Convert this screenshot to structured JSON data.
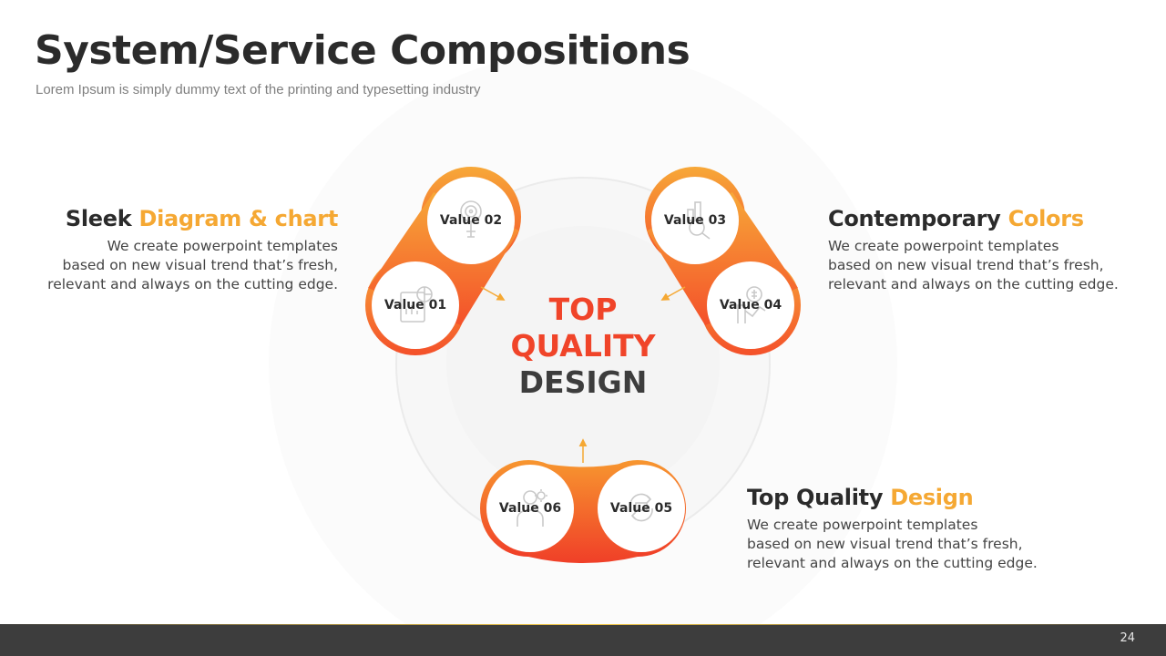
{
  "slide": {
    "title": "System/Service Compositions",
    "subtitle": "Lorem Ipsum is simply dummy  text of the printing and typesetting industry",
    "page_number": "24"
  },
  "center": {
    "line1": "TOP",
    "line2": "QUALITY",
    "line3": "DESIGN"
  },
  "nodes": [
    {
      "label": "Value 01",
      "icon": "clipboard-chart-icon"
    },
    {
      "label": "Value 02",
      "icon": "target-dart-icon"
    },
    {
      "label": "Value 03",
      "icon": "magnifier-chart-icon"
    },
    {
      "label": "Value 04",
      "icon": "money-chart-icon"
    },
    {
      "label": "Value 05",
      "icon": "refresh-cycle-icon"
    },
    {
      "label": "Value 06",
      "icon": "person-gear-icon"
    }
  ],
  "blocks": [
    {
      "heading_plain": "Sleek ",
      "heading_accent": "Diagram & chart",
      "lines": [
        "We create powerpoint templates",
        "based on new visual trend that’s fresh,",
        "relevant and always on the cutting edge."
      ]
    },
    {
      "heading_plain": "Contemporary ",
      "heading_accent": "Colors",
      "lines": [
        "We create powerpoint templates",
        "based on new visual trend that’s fresh,",
        "relevant and always on the cutting edge."
      ]
    },
    {
      "heading_plain": "Top Quality ",
      "heading_accent": "Design",
      "lines": [
        "We create powerpoint templates",
        "based on new visual trend that’s fresh,",
        "relevant and always on the cutting edge."
      ]
    }
  ],
  "colors": {
    "accent_orange": "#f5a833",
    "accent_red": "#f04429",
    "text_dark": "#2b2b2b",
    "footer": "#3d3d3d"
  }
}
